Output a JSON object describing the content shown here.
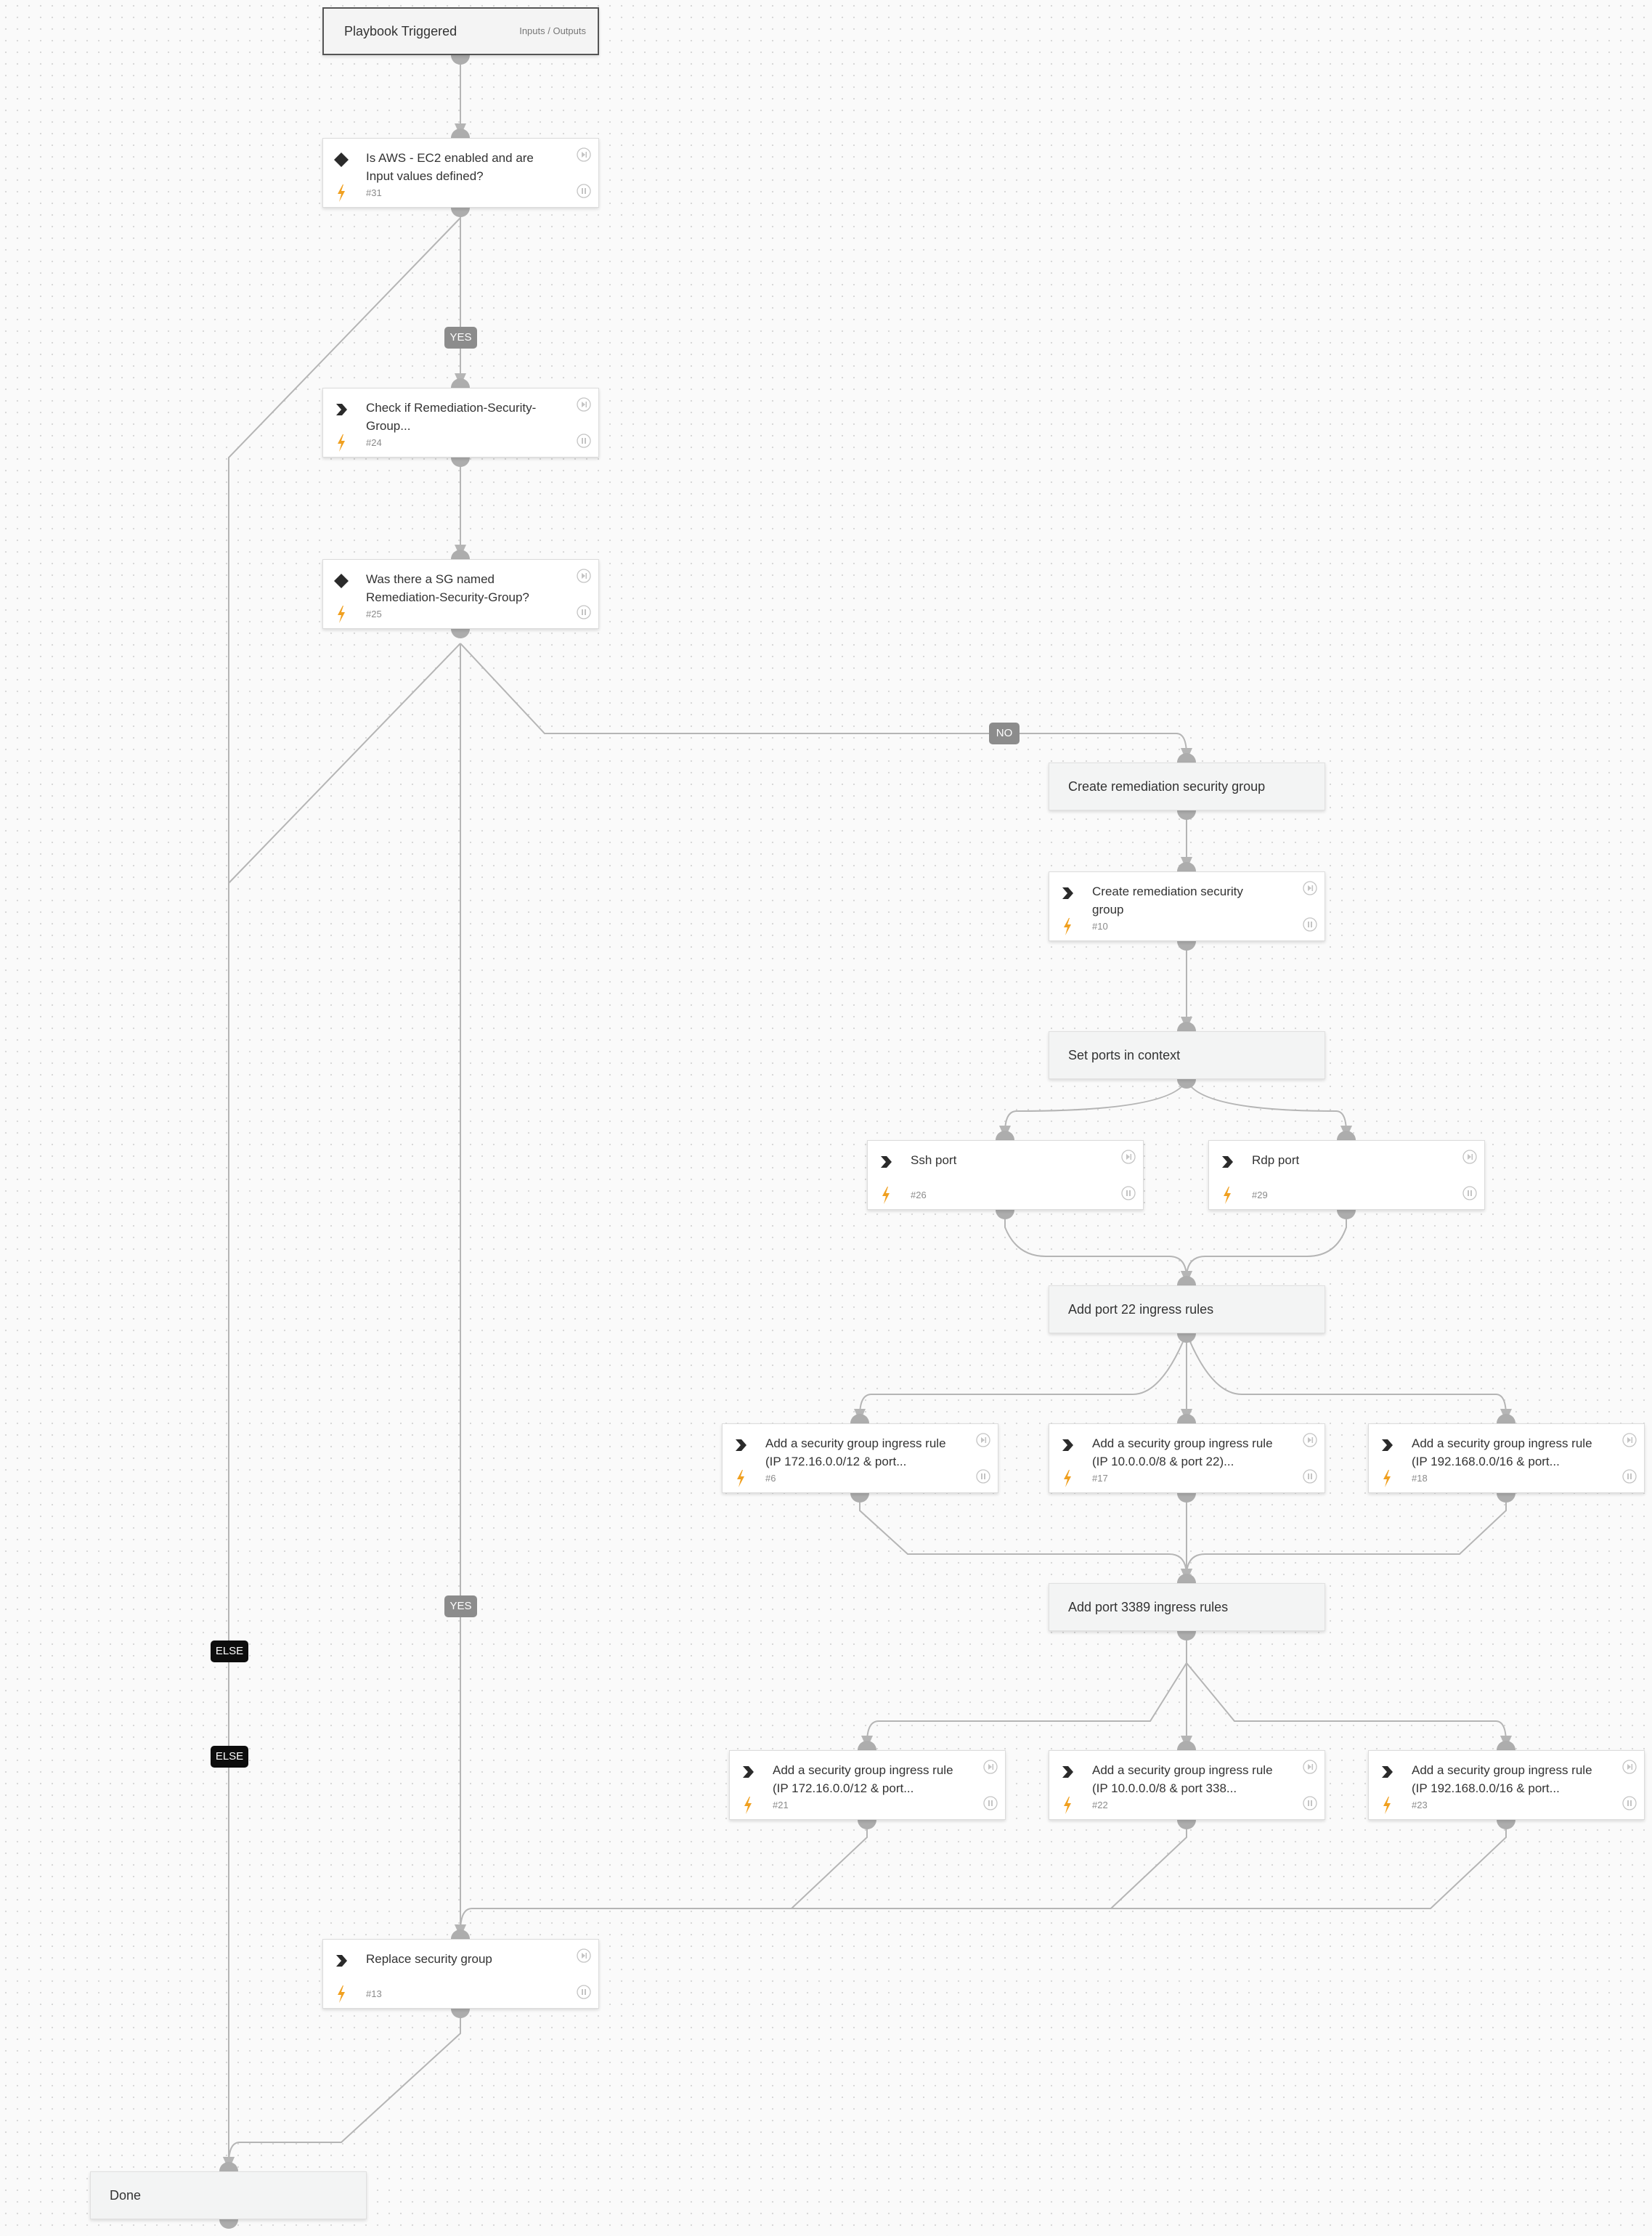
{
  "colors": {
    "edge": "#b5b5b5",
    "connector": "#adadad",
    "bolt": "#f0a020",
    "cond_badge": "#8c8c8c",
    "else_badge": "#0d0d0d"
  },
  "start": {
    "title": "Playbook Triggered",
    "io_label": "Inputs / Outputs"
  },
  "tasks": {
    "t31": {
      "title": "Is AWS - EC2 enabled and are Input values defined?",
      "id": "#31",
      "icon": "diamond-icon"
    },
    "t24": {
      "title": "Check if Remediation-Security-Group...",
      "id": "#24",
      "icon": "chevron-icon"
    },
    "t25": {
      "title": "Was there a SG named Remediation-Security-Group?",
      "id": "#25",
      "icon": "diamond-icon"
    },
    "t10": {
      "title": "Create remediation security group",
      "id": "#10",
      "icon": "chevron-icon"
    },
    "t26": {
      "title": "Ssh port",
      "id": "#26",
      "icon": "chevron-icon"
    },
    "t29": {
      "title": "Rdp port",
      "id": "#29",
      "icon": "chevron-icon"
    },
    "t6": {
      "title": "Add a security group ingress rule (IP 172.16.0.0/12 & port...",
      "id": "#6",
      "icon": "chevron-icon"
    },
    "t17": {
      "title": "Add a security group ingress rule (IP 10.0.0.0/8 & port 22)...",
      "id": "#17",
      "icon": "chevron-icon"
    },
    "t18": {
      "title": "Add a security group ingress rule (IP 192.168.0.0/16 & port...",
      "id": "#18",
      "icon": "chevron-icon"
    },
    "t21": {
      "title": "Add a security group ingress rule (IP 172.16.0.0/12 & port...",
      "id": "#21",
      "icon": "chevron-icon"
    },
    "t22": {
      "title": "Add a security group ingress rule (IP 10.0.0.0/8 & port 338...",
      "id": "#22",
      "icon": "chevron-icon"
    },
    "t23": {
      "title": "Add a security group ingress rule (IP 192.168.0.0/16 & port...",
      "id": "#23",
      "icon": "chevron-icon"
    },
    "t13": {
      "title": "Replace security group",
      "id": "#13",
      "icon": "chevron-icon"
    }
  },
  "sections": {
    "create_sg": "Create remediation security group",
    "set_ports": "Set ports in context",
    "port22": "Add port 22 ingress rules",
    "port3389": "Add port 3389 ingress rules",
    "done": "Done"
  },
  "badges": {
    "yes1": "YES",
    "no1": "NO",
    "yes2": "YES",
    "else1": "ELSE",
    "else2": "ELSE"
  }
}
